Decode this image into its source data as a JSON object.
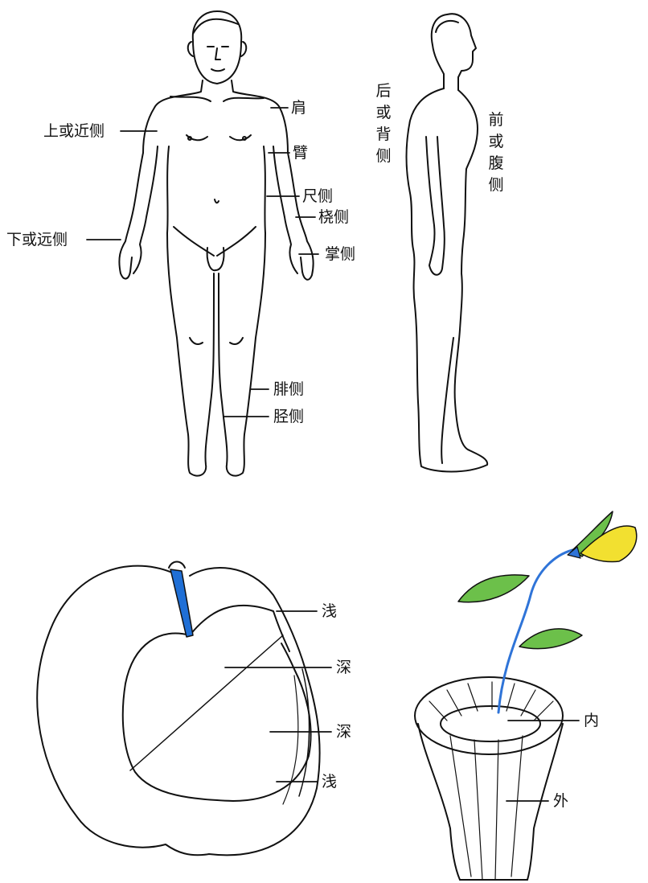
{
  "figure": {
    "anatomy": {
      "front_view": {
        "labels": {
          "shoulder": "肩",
          "upper_proximal": "上或近侧",
          "arm": "臂",
          "ulnar": "尺侧",
          "radial": "桡侧",
          "lower_distal": "下或远侧",
          "palmar": "掌侧",
          "fibular": "腓侧",
          "tibial": "胫侧"
        }
      },
      "side_view": {
        "labels": {
          "posterior_dorsal": "后或背侧",
          "anterior_ventral": "前或腹侧"
        }
      }
    },
    "apple": {
      "labels": {
        "superficial_top": "浅",
        "deep_top": "深",
        "deep_bottom": "深",
        "superficial_bottom": "浅"
      },
      "colors": {
        "stem": "#1f6fd6"
      }
    },
    "vase": {
      "labels": {
        "inner": "内",
        "outer": "外"
      },
      "colors": {
        "stem": "#2f74d8",
        "leaves": "#6cc04a",
        "flower": "#f2e030"
      }
    }
  }
}
